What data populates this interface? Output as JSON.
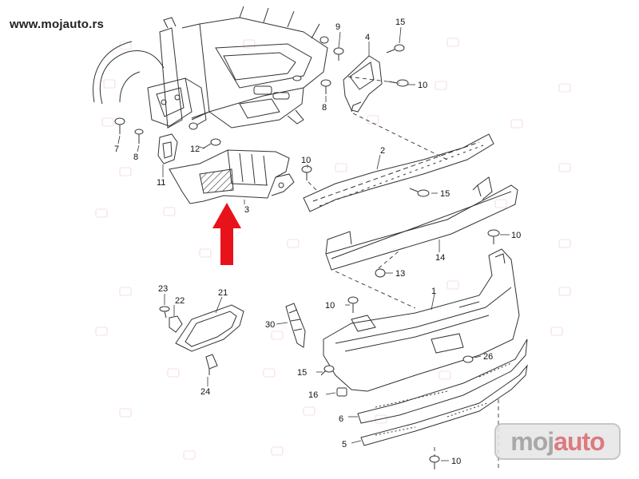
{
  "site": {
    "url": "www.mojauto.rs",
    "logo_part1": "moj",
    "logo_part2": "auto"
  },
  "colors": {
    "line": "#333333",
    "arrow": "#e8121b",
    "logo_grey": "#9a9a9a",
    "logo_red": "#d6636a",
    "watermark": "#d24a6a"
  },
  "labels": [
    {
      "id": "label-1",
      "text": "1"
    },
    {
      "id": "label-2",
      "text": "2"
    },
    {
      "id": "label-3",
      "text": "3"
    },
    {
      "id": "label-4",
      "text": "4"
    },
    {
      "id": "label-5",
      "text": "5"
    },
    {
      "id": "label-6",
      "text": "6"
    },
    {
      "id": "label-7",
      "text": "7"
    },
    {
      "id": "label-8a",
      "text": "8"
    },
    {
      "id": "label-8b",
      "text": "8"
    },
    {
      "id": "label-9",
      "text": "9"
    },
    {
      "id": "label-10a",
      "text": "10"
    },
    {
      "id": "label-10b",
      "text": "10"
    },
    {
      "id": "label-10c",
      "text": "10"
    },
    {
      "id": "label-10d",
      "text": "10"
    },
    {
      "id": "label-10e",
      "text": "10"
    },
    {
      "id": "label-11",
      "text": "11"
    },
    {
      "id": "label-12",
      "text": "12"
    },
    {
      "id": "label-13",
      "text": "13"
    },
    {
      "id": "label-14",
      "text": "14"
    },
    {
      "id": "label-15a",
      "text": "15"
    },
    {
      "id": "label-15b",
      "text": "15"
    },
    {
      "id": "label-15c",
      "text": "15"
    },
    {
      "id": "label-16",
      "text": "16"
    },
    {
      "id": "label-21",
      "text": "21"
    },
    {
      "id": "label-22",
      "text": "22"
    },
    {
      "id": "label-23",
      "text": "23"
    },
    {
      "id": "label-24",
      "text": "24"
    },
    {
      "id": "label-26",
      "text": "26"
    },
    {
      "id": "label-30",
      "text": "30"
    }
  ]
}
